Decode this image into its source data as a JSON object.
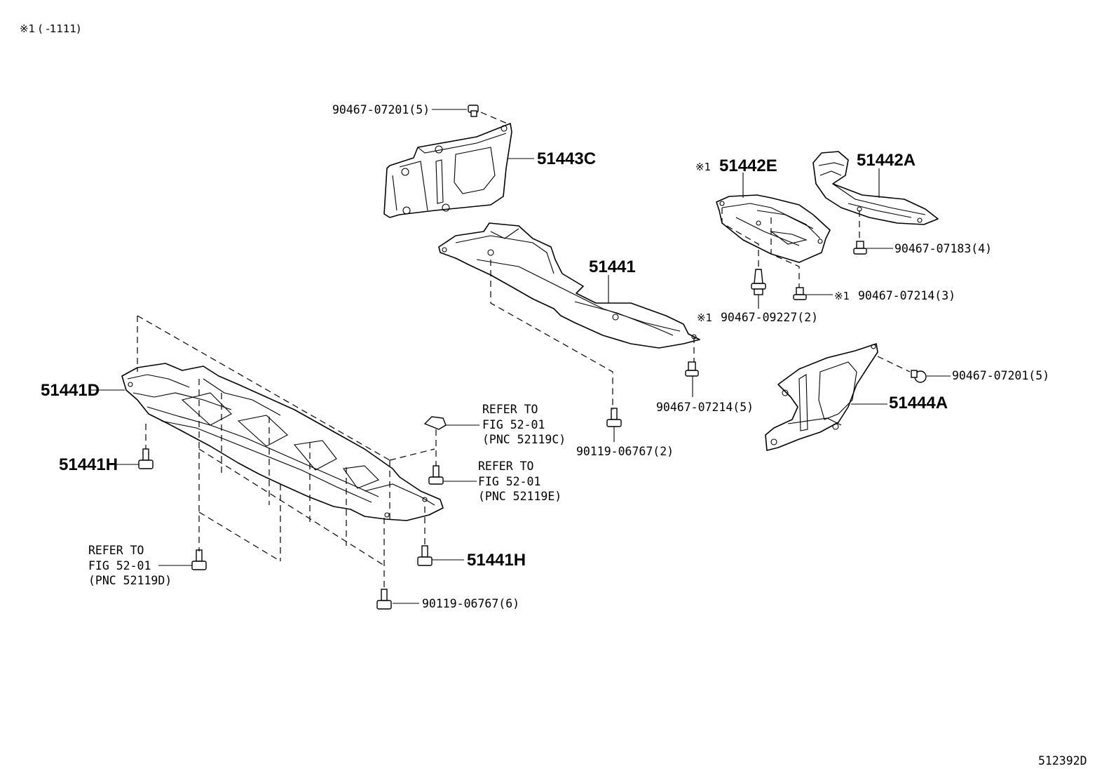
{
  "header": {
    "note": "※1 (      -1111)"
  },
  "footer": {
    "figure_code": "512392D"
  },
  "callouts": {
    "p90467_07201_top": "90467-07201(5)",
    "p51443C": "51443C",
    "p51442E_mark": "※1",
    "p51442E": "51442E",
    "p51442A": "51442A",
    "p51441": "51441",
    "p90467_07183": "90467-07183(4)",
    "p90467_07214_3_mark": "※1",
    "p90467_07214_3": "90467-07214(3)",
    "p90467_09227_mark": "※1",
    "p90467_09227": "90467-09227(2)",
    "p90467_07201_right": "90467-07201(5)",
    "p51444A": "51444A",
    "p90467_07214_5": "90467-07214(5)",
    "p90119_06767_2": "90119-06767(2)",
    "p51441D": "51441D",
    "p51441H_left": "51441H",
    "p51441H_right": "51441H",
    "p90119_06767_6": "90119-06767(6)",
    "ref_c": [
      "REFER TO",
      "FIG 52-01",
      "(PNC 52119C)"
    ],
    "ref_e": [
      "REFER TO",
      "FIG 52-01",
      "(PNC 52119E)"
    ],
    "ref_d": [
      "REFER TO",
      "FIG 52-01",
      "(PNC 52119D)"
    ]
  }
}
